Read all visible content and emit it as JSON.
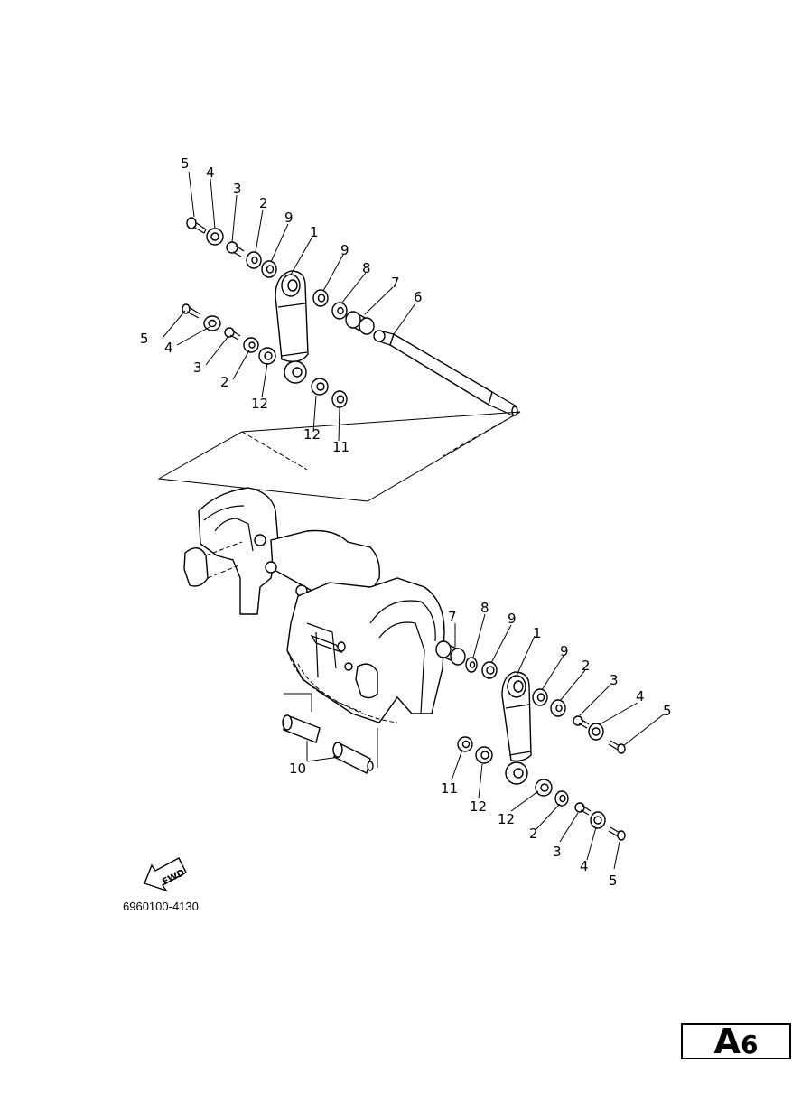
{
  "diagram": {
    "part_number": "6960100-4130",
    "fwd_label": "FWD",
    "page_code": {
      "letter": "A",
      "number": "6"
    },
    "callouts": {
      "top": [
        {
          "id": "t5a",
          "text": "5"
        },
        {
          "id": "t4a",
          "text": "4"
        },
        {
          "id": "t3a",
          "text": "3"
        },
        {
          "id": "t2a",
          "text": "2"
        },
        {
          "id": "t9a",
          "text": "9"
        },
        {
          "id": "t1",
          "text": "1"
        },
        {
          "id": "t9b",
          "text": "9"
        },
        {
          "id": "t8",
          "text": "8"
        },
        {
          "id": "t7",
          "text": "7"
        },
        {
          "id": "t6",
          "text": "6"
        },
        {
          "id": "t5b",
          "text": "5"
        },
        {
          "id": "t4b",
          "text": "4"
        },
        {
          "id": "t3b",
          "text": "3"
        },
        {
          "id": "t2b",
          "text": "2"
        },
        {
          "id": "t12a",
          "text": "12"
        },
        {
          "id": "t12b",
          "text": "12"
        },
        {
          "id": "t11",
          "text": "11"
        }
      ],
      "bottom": [
        {
          "id": "b7",
          "text": "7"
        },
        {
          "id": "b8",
          "text": "8"
        },
        {
          "id": "b9a",
          "text": "9"
        },
        {
          "id": "b1",
          "text": "1"
        },
        {
          "id": "b9b",
          "text": "9"
        },
        {
          "id": "b2a",
          "text": "2"
        },
        {
          "id": "b3a",
          "text": "3"
        },
        {
          "id": "b4a",
          "text": "4"
        },
        {
          "id": "b5a",
          "text": "5"
        },
        {
          "id": "b10",
          "text": "10"
        },
        {
          "id": "b11",
          "text": "11"
        },
        {
          "id": "b12a",
          "text": "12"
        },
        {
          "id": "b12b",
          "text": "12"
        },
        {
          "id": "b2b",
          "text": "2"
        },
        {
          "id": "b3b",
          "text": "3"
        },
        {
          "id": "b4b",
          "text": "4"
        },
        {
          "id": "b5b",
          "text": "5"
        }
      ]
    }
  }
}
